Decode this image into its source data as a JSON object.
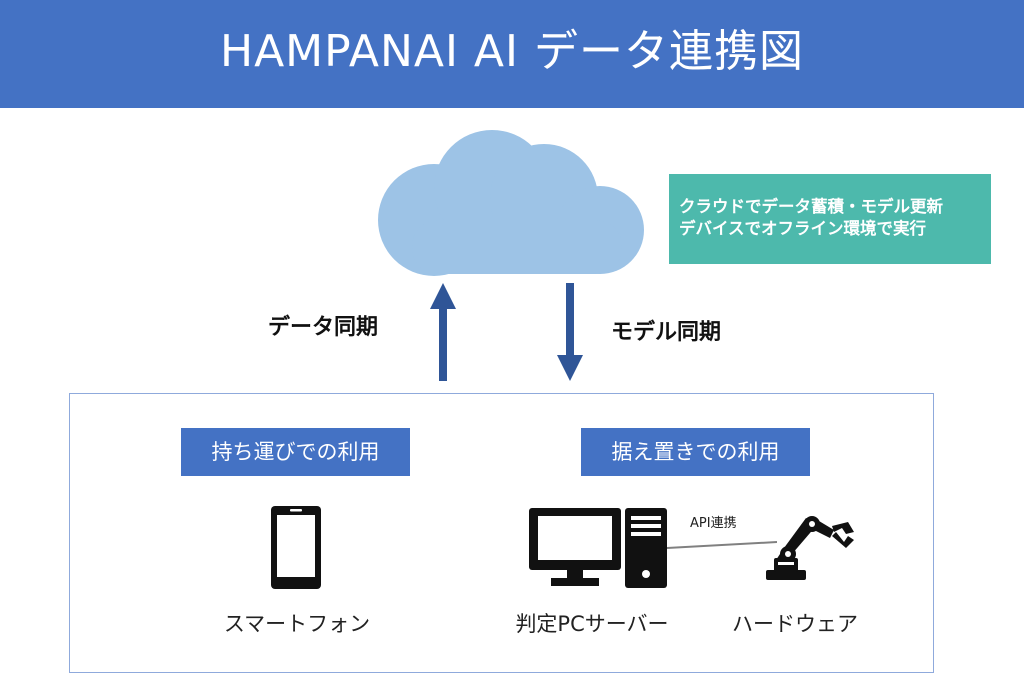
{
  "header": {
    "title": "HAMPANAI AI データ連携図"
  },
  "cloud_note": {
    "line1": "クラウドでデータ蓄積・モデル更新",
    "line2": "デバイスでオフライン環境で実行"
  },
  "sync": {
    "up_label": "データ同期",
    "down_label": "モデル同期"
  },
  "usage": {
    "portable_label": "持ち運びでの利用",
    "stationary_label": "据え置きでの利用"
  },
  "devices": {
    "smartphone_label": "スマートフォン",
    "pc_server_label": "判定PCサーバー",
    "hardware_label": "ハードウェア",
    "api_link_label": "API連携"
  },
  "colors": {
    "header_bg": "#4472C4",
    "cloud": "#9DC3E6",
    "note_bg": "#4DB9AC",
    "arrow": "#2F5597",
    "panel_border": "#8FAADC",
    "label_bg": "#4472C4",
    "icon": "#111111"
  }
}
